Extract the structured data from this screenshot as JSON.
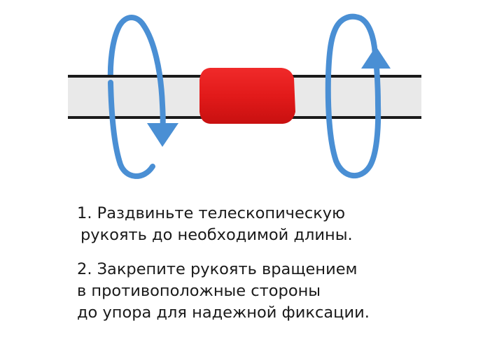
{
  "colors": {
    "arrow": "#4a8fd4",
    "handle_fill": "#e9e9e9",
    "handle_outline": "#1a1a1a",
    "clamp": "#e21a1a",
    "text": "#1a1a1a",
    "background": "#ffffff"
  },
  "diagram": {
    "left_rotation": "clockwise-down",
    "right_rotation": "counterclockwise-up"
  },
  "instructions": {
    "step1": {
      "line1": "1. Раздвиньте телескопическую",
      "line2": "рукоять до необходимой длины."
    },
    "step2": {
      "line1": "2. Закрепите рукоять вращением",
      "line2": "в противоположные стороны",
      "line3": "до упора для надежной фиксации."
    }
  }
}
